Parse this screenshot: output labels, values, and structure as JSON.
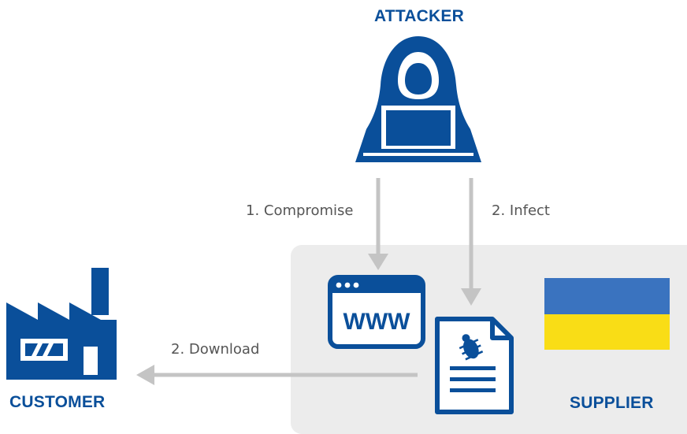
{
  "colors": {
    "brand_blue": "#0a4f9a",
    "arrow_gray": "#c4c4c4",
    "text_gray": "#555555",
    "panel_gray": "#ececec",
    "flag_blue": "#3a73bf",
    "flag_yellow": "#f9dd16"
  },
  "nodes": {
    "attacker": {
      "label": "ATTACKER",
      "icon": "hooded-hacker-laptop-icon"
    },
    "customer": {
      "label": "CUSTOMER",
      "icon": "factory-icon"
    },
    "supplier": {
      "label": "SUPPLIER",
      "icon": "ukraine-flag"
    },
    "website": {
      "icon": "browser-window-icon",
      "text": "WWW"
    },
    "infected_file": {
      "icon": "infected-document-icon"
    }
  },
  "edges": [
    {
      "from": "attacker",
      "to": "website",
      "label": "1. Compromise"
    },
    {
      "from": "attacker",
      "to": "infected_file",
      "label": "2. Infect"
    },
    {
      "from": "infected_file",
      "to": "customer",
      "label": "2. Download"
    }
  ]
}
